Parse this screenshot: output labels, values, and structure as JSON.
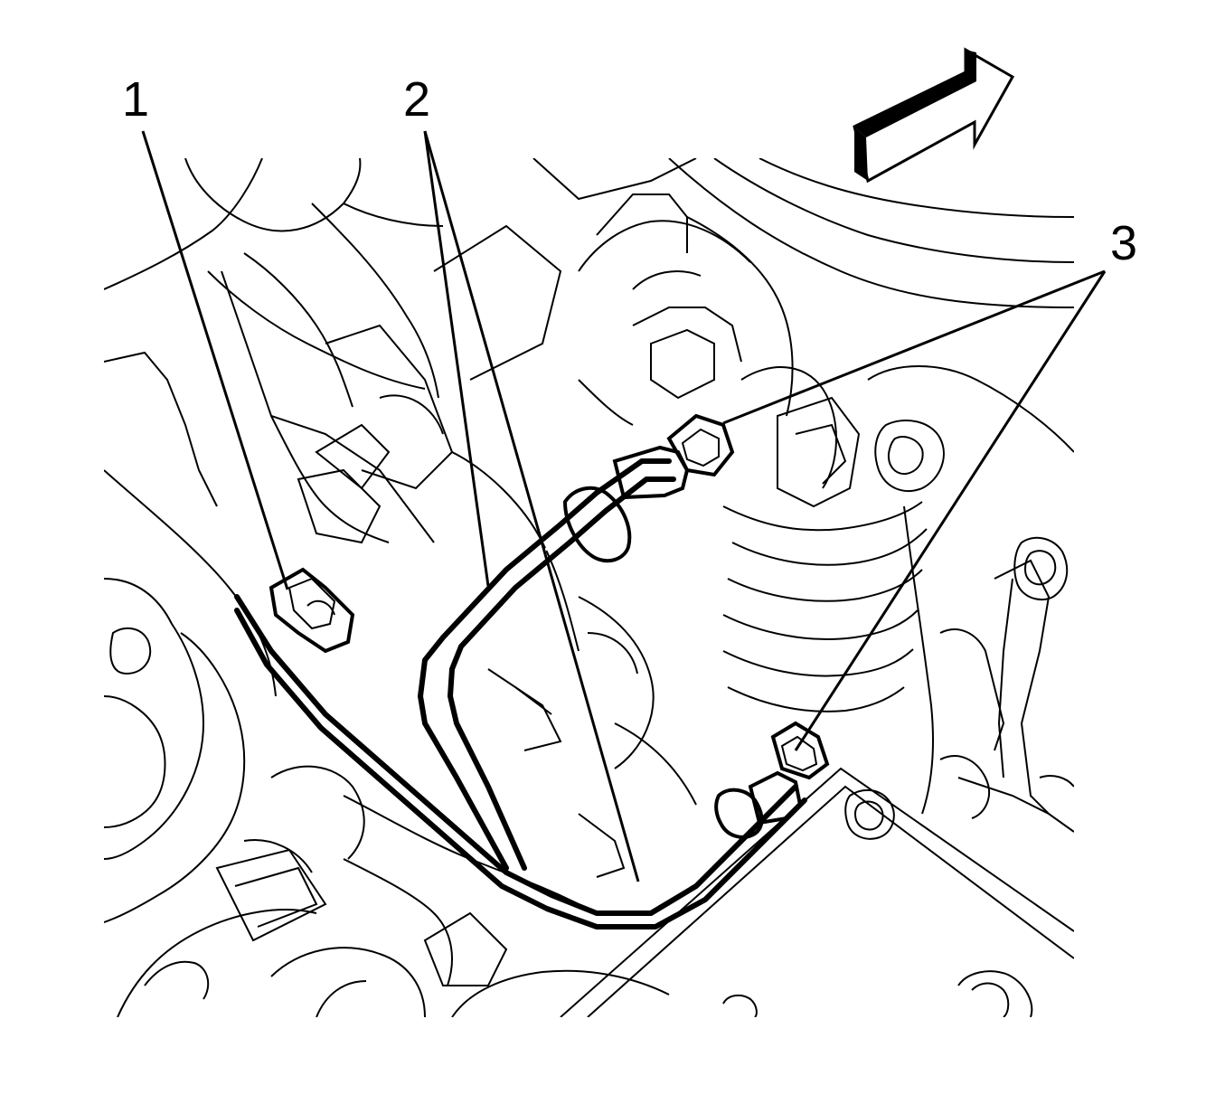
{
  "callouts": [
    {
      "id": "1",
      "label": "1"
    },
    {
      "id": "2",
      "label": "2"
    },
    {
      "id": "3",
      "label": "3"
    }
  ],
  "icons": {
    "direction_arrow": "direction-arrow-icon"
  },
  "colors": {
    "line": "#000000",
    "background": "#ffffff"
  }
}
